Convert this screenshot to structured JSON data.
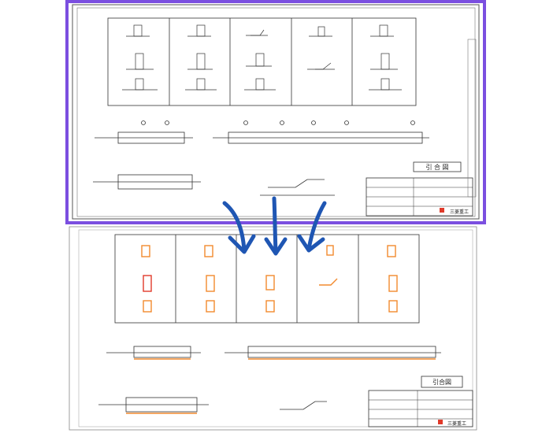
{
  "colors": {
    "frame": "#7b4fe0",
    "arrow": "#1f56b3",
    "line": "#333333",
    "highlight": "#f28a2e",
    "red": "#e03a2a"
  },
  "top_sheet": {
    "title_box_label": "引 合 図",
    "company_label": "三菱重工"
  },
  "bottom_sheet": {
    "title_box_label": "引合図",
    "company_label": "三菱重工"
  }
}
